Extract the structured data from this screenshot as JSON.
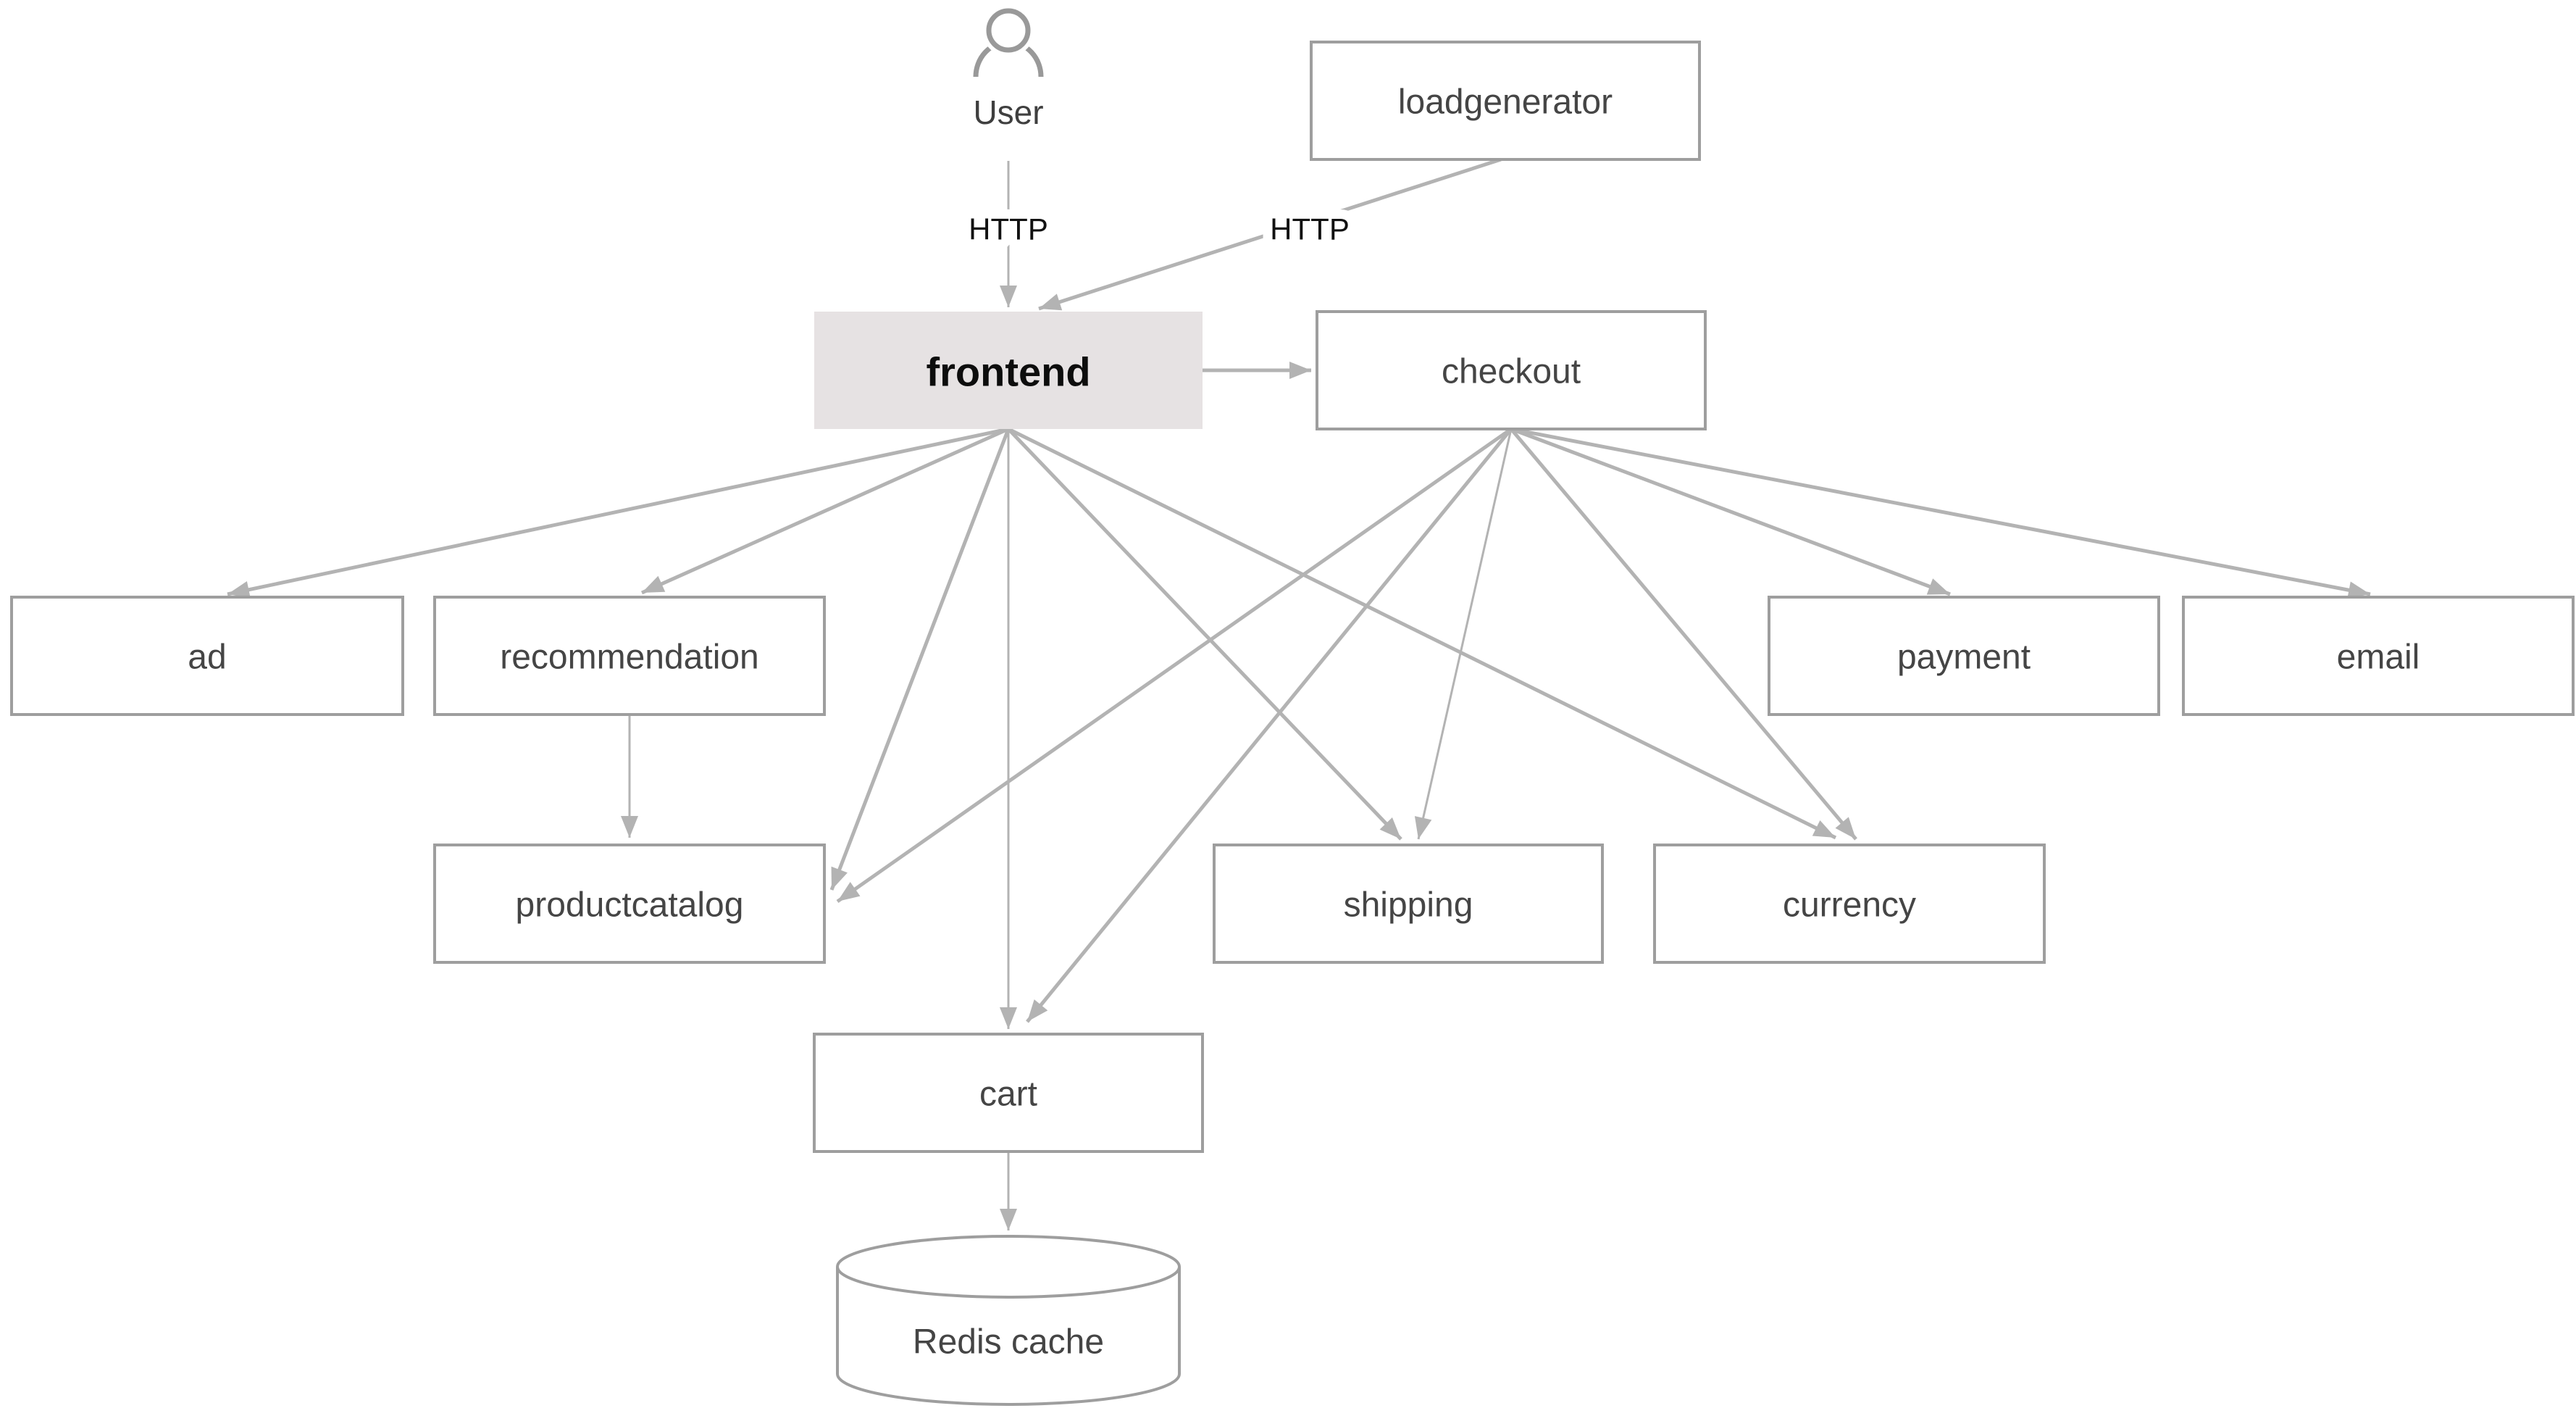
{
  "diagram": {
    "kind": "microservices-architecture",
    "actor": {
      "label": "User"
    },
    "nodes": {
      "loadgenerator": {
        "label": "loadgenerator"
      },
      "frontend": {
        "label": "frontend",
        "emphasis": "bold",
        "fill": "#e6e2e3"
      },
      "checkout": {
        "label": "checkout"
      },
      "ad": {
        "label": "ad"
      },
      "recommendation": {
        "label": "recommendation"
      },
      "payment": {
        "label": "payment"
      },
      "email": {
        "label": "email"
      },
      "productcatalog": {
        "label": "productcatalog"
      },
      "shipping": {
        "label": "shipping"
      },
      "currency": {
        "label": "currency"
      },
      "cart": {
        "label": "cart"
      },
      "redis": {
        "label": "Redis cache",
        "shape": "cylinder"
      }
    },
    "edges": [
      {
        "from": "User",
        "to": "frontend",
        "label": "HTTP"
      },
      {
        "from": "loadgenerator",
        "to": "frontend",
        "label": "HTTP"
      },
      {
        "from": "frontend",
        "to": "checkout"
      },
      {
        "from": "frontend",
        "to": "ad"
      },
      {
        "from": "frontend",
        "to": "recommendation"
      },
      {
        "from": "frontend",
        "to": "productcatalog"
      },
      {
        "from": "frontend",
        "to": "cart"
      },
      {
        "from": "frontend",
        "to": "shipping"
      },
      {
        "from": "frontend",
        "to": "currency"
      },
      {
        "from": "checkout",
        "to": "productcatalog"
      },
      {
        "from": "checkout",
        "to": "cart"
      },
      {
        "from": "checkout",
        "to": "shipping"
      },
      {
        "from": "checkout",
        "to": "currency"
      },
      {
        "from": "checkout",
        "to": "payment"
      },
      {
        "from": "checkout",
        "to": "email"
      },
      {
        "from": "recommendation",
        "to": "productcatalog"
      },
      {
        "from": "cart",
        "to": "redis"
      }
    ],
    "colors": {
      "node_border": "#9e9e9e",
      "node_fill": "#ffffff",
      "node_text": "#454545",
      "frontend_fill": "#e6e2e3",
      "frontend_text": "#0d0d0d",
      "arrow": "#b3b3b3",
      "actor_icon": "#999999",
      "edge_label_text": "#111111",
      "background": "#ffffff"
    }
  }
}
